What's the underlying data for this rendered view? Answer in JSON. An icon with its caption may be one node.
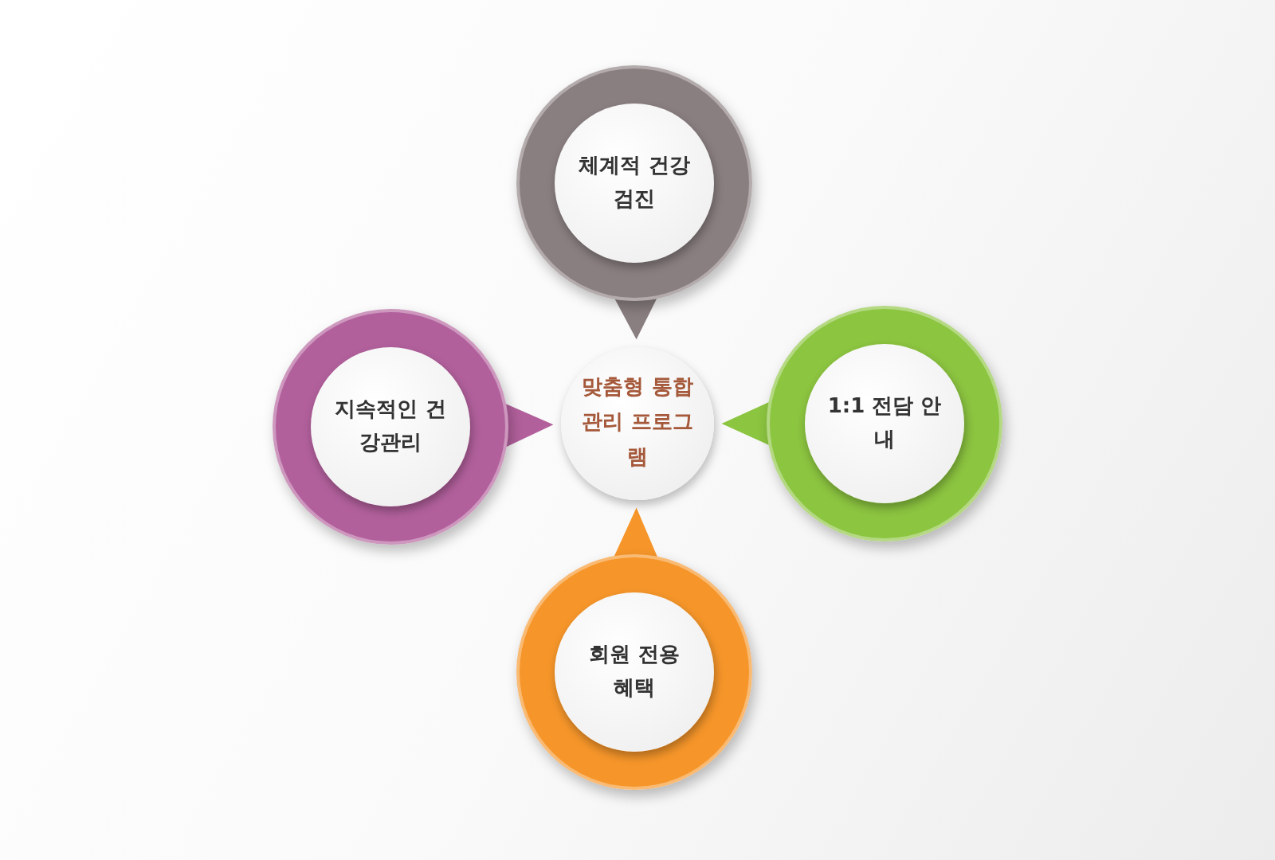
{
  "diagram": {
    "nodes": [
      {
        "text": [
          "맞춤형 통합관리 프로그램"
        ]
      },
      {
        "text": [
          "체계적 건강검진"
        ]
      },
      {
        "text": [
          "지속적인 건강관리"
        ]
      },
      {
        "text": [
          "1:1 전담 안내"
        ]
      },
      {
        "text": [
          "회원 전용 혜택"
        ]
      }
    ],
    "edges": [
      {
        "from": 1,
        "to": 0,
        "arrow": "to",
        "color": "#8a7f80"
      },
      {
        "from": 2,
        "to": 0,
        "arrow": "to",
        "color": "#b2609c"
      },
      {
        "from": 3,
        "to": 0,
        "arrow": "to",
        "color": "#8cc540"
      },
      {
        "from": 4,
        "to": 0,
        "arrow": "to",
        "color": "#f6962a"
      }
    ]
  }
}
